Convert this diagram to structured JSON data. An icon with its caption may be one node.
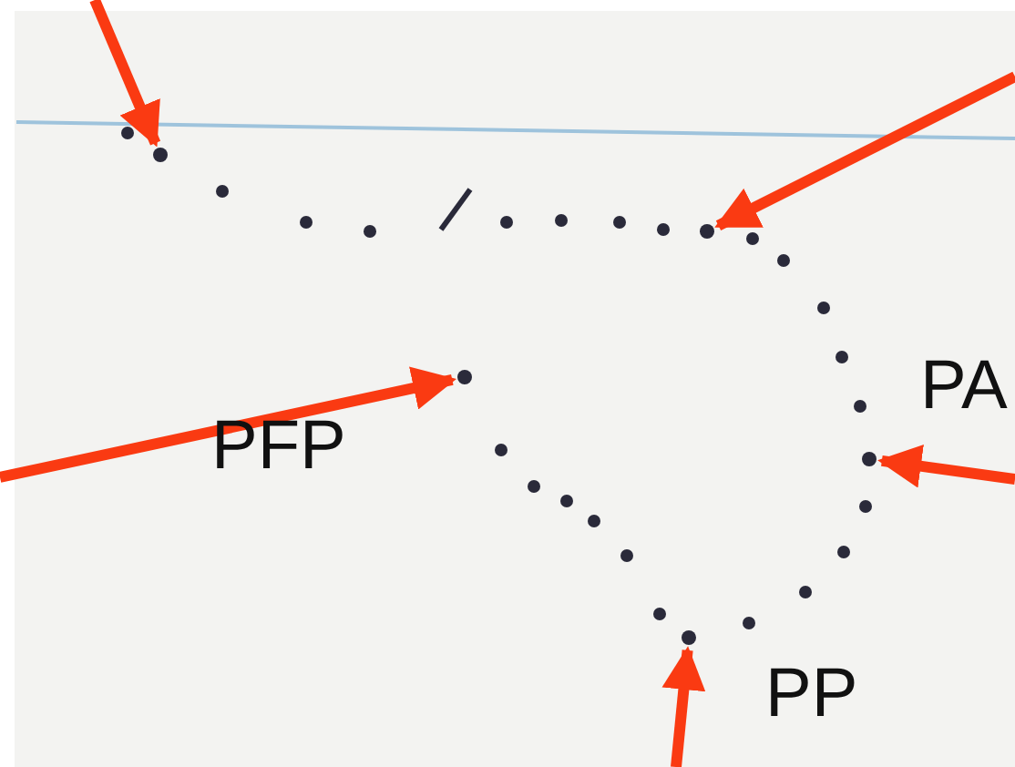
{
  "diagram": {
    "nodes": [
      {
        "text": [],
        "shape": "circle"
      },
      {
        "text": [],
        "shape": "circle"
      },
      {
        "text": [],
        "shape": "circle"
      },
      {
        "text": [],
        "shape": "circle"
      },
      {
        "text": [],
        "shape": "circle"
      }
    ],
    "edges": [
      {
        "from": null,
        "to": 0,
        "arrow": "to"
      },
      {
        "from": null,
        "to": 1,
        "arrow": "to"
      },
      {
        "from": null,
        "to": 2,
        "arrow": "to"
      },
      {
        "from": null,
        "to": 3,
        "arrow": "to"
      },
      {
        "from": null,
        "to": 4,
        "arrow": "to"
      }
    ],
    "labels": [
      "PA",
      "PFP",
      "PP"
    ]
  }
}
